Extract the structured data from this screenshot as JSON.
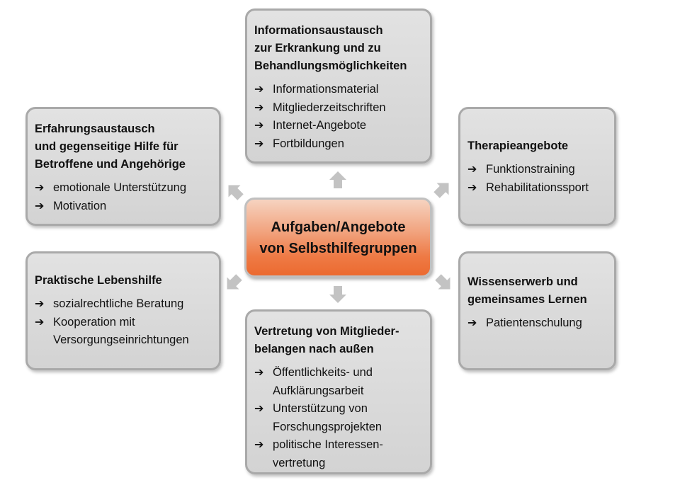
{
  "center": {
    "title": "Aufgaben/Angebote\nvon Selbsthilfegruppen"
  },
  "bullet_glyph": "➔",
  "boxes": {
    "top": {
      "title": "Informationsaustausch\nzur Erkrankung  und zu\nBehandlungsmöglichkeiten",
      "items": [
        "Informationsmaterial",
        "Mitgliederzeitschriften",
        "Internet-Angebote",
        "Fortbildungen"
      ]
    },
    "top_left": {
      "title": "Erfahrungsaustausch\nund gegenseitige Hilfe für\nBetroffene und Angehörige",
      "items": [
        "emotionale Unterstützung",
        "Motivation"
      ]
    },
    "top_right": {
      "title": "Therapieangebote",
      "items": [
        "Funktionstraining",
        "Rehabilitationssport"
      ]
    },
    "bottom_left": {
      "title": "Praktische  Lebenshilfe",
      "items": [
        "sozialrechtliche Beratung",
        "Kooperation mit\nVersorgungseinrichtungen"
      ]
    },
    "bottom_right": {
      "title": "Wissenserwerb  und\ngemeinsames Lernen",
      "items": [
        "Patientenschulung"
      ]
    },
    "bottom": {
      "title": "Vertretung  von Mitglieder-\nbelangen nach außen",
      "items": [
        "Öffentlichkeits-  und\nAufklärungsarbeit",
        "Unterstützung von\nForschungsprojekten",
        "politische Interessen-\nvertretung"
      ]
    }
  },
  "colors": {
    "box_fill": "#d9d9d9",
    "box_border": "#a9a9a9",
    "center_fill": "#ee7a45",
    "arrow": "#c3c3c3"
  }
}
